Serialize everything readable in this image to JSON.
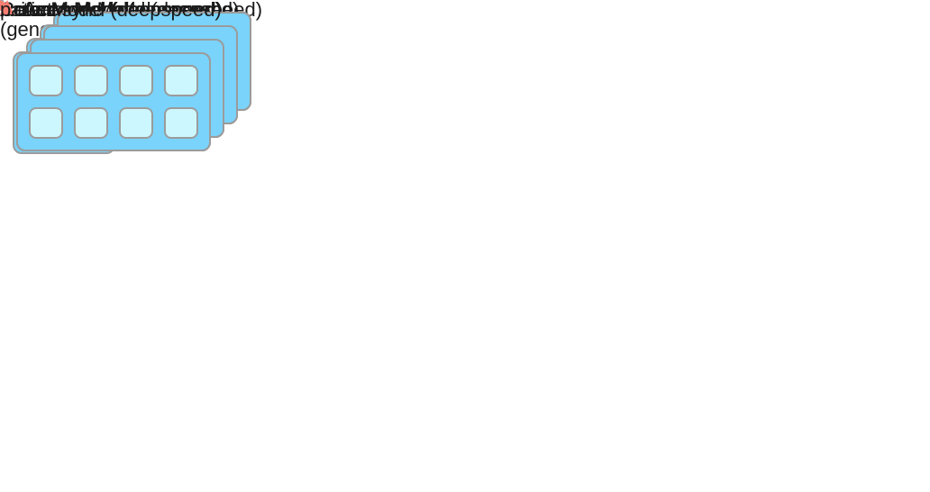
{
  "colors": {
    "background": "#ffffff",
    "text": "#1a1a1a",
    "card_fill": "#7AD3FB",
    "card_border": "#9b9b9b",
    "gpu_fill": "#CDF7FE",
    "gpu_border": "#9b9b9b",
    "dashed_border": "#a5a5a5",
    "arrow": "#F97E72"
  },
  "models": [
    {
      "id": "actor-vllm",
      "title_lines": [
        "Actor Model",
        "(generation, vllm)"
      ],
      "label_position": "top",
      "stack": {
        "cards": 4,
        "grid_cols": 2,
        "grid_rows": 2
      }
    },
    {
      "id": "reference",
      "title_lines": [
        "Reference Model(deepspeed)"
      ],
      "label_position": "top",
      "stack": {
        "cards": 4,
        "grid_cols": 4,
        "grid_rows": 2
      }
    },
    {
      "id": "reward",
      "title_lines": [
        "Reward Model(deepspeed)"
      ],
      "label_position": "top",
      "stack": {
        "cards": 4,
        "grid_cols": 4,
        "grid_rows": 2
      }
    },
    {
      "id": "actor-deepspeed",
      "title_lines": [
        "Actor Model (deepspeed)"
      ],
      "label_position": "bottom",
      "stack": {
        "cards": 4,
        "grid_cols": 4,
        "grid_rows": 2
      }
    },
    {
      "id": "critic",
      "title_lines": [
        "Critic Model (deepspeed)"
      ],
      "label_position": "bottom",
      "stack": {
        "cards": 4,
        "grid_cols": 4,
        "grid_rows": 2
      }
    }
  ],
  "legend": {
    "label": "param sync"
  },
  "connector": {
    "meaning": "param sync",
    "from": "actor-deepspeed",
    "to": "actor-vllm"
  }
}
